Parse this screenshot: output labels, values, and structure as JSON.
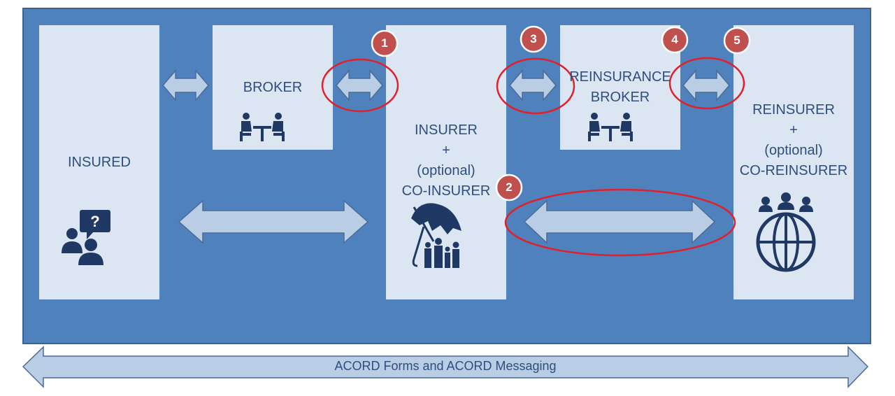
{
  "colors": {
    "frame": "#4f81bd",
    "box": "#dce6f2",
    "arrow_fill": "#b9cde5",
    "arrow_stroke": "#4a6c96",
    "text": "#2f4e7e",
    "icon": "#1f3864",
    "badge": "#c0504d",
    "highlight": "#e0202a"
  },
  "boxes": {
    "insured": {
      "lines": [
        "INSURED"
      ],
      "icon": "question-people-icon"
    },
    "broker": {
      "lines": [
        "BROKER"
      ],
      "icon": "meeting-icon"
    },
    "insurer": {
      "lines": [
        "INSURER",
        "+",
        "(optional)",
        "CO-INSURER"
      ],
      "icon": "umbrella-family-icon"
    },
    "reinsurance_broker": {
      "lines": [
        "REINSURANCE",
        "BROKER"
      ],
      "icon": "meeting-icon"
    },
    "reinsurer": {
      "lines": [
        "REINSURER",
        "+",
        "(optional)",
        "CO-REINSURER"
      ],
      "icon": "globe-people-icon"
    }
  },
  "badges": [
    "1",
    "2",
    "3",
    "4",
    "5"
  ],
  "footer": {
    "label": "ACORD Forms and ACORD Messaging"
  }
}
